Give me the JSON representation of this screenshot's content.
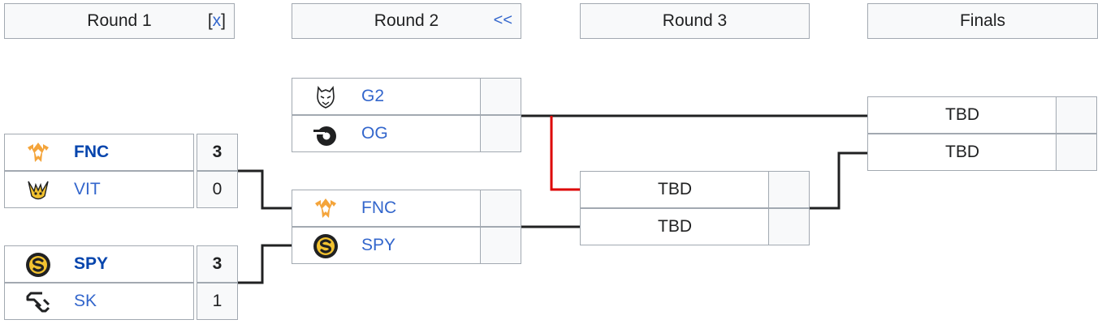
{
  "headers": {
    "round1": {
      "label": "Round 1",
      "toggle_open": "[",
      "toggle_x": "x",
      "toggle_close": "]"
    },
    "round2": {
      "label": "Round 2",
      "collapse": "<<"
    },
    "round3": {
      "label": "Round 3"
    },
    "finals": {
      "label": "Finals"
    }
  },
  "round1": [
    {
      "top": {
        "team": "FNC",
        "score": "3",
        "icon": "fnatic-logo-icon"
      },
      "bottom": {
        "team": "VIT",
        "score": "0",
        "icon": "vitality-logo-icon"
      }
    },
    {
      "top": {
        "team": "SPY",
        "score": "3",
        "icon": "splyce-logo-icon"
      },
      "bottom": {
        "team": "SK",
        "score": "1",
        "icon": "sk-gaming-logo-icon"
      }
    }
  ],
  "round2": [
    {
      "top": {
        "team": "G2",
        "score": "",
        "icon": "g2-logo-icon"
      },
      "bottom": {
        "team": "OG",
        "score": "",
        "icon": "origen-logo-icon"
      }
    },
    {
      "top": {
        "team": "FNC",
        "score": "",
        "icon": "fnatic-logo-icon"
      },
      "bottom": {
        "team": "SPY",
        "score": "",
        "icon": "splyce-logo-icon"
      }
    }
  ],
  "round3": {
    "top": "TBD",
    "bottom": "TBD"
  },
  "finals": {
    "top": "TBD",
    "bottom": "TBD"
  },
  "colors": {
    "bracket_line": "#202122",
    "highlight_line": "#dd0000",
    "link": "#3366cc",
    "header_bg": "#f8f9fa"
  }
}
